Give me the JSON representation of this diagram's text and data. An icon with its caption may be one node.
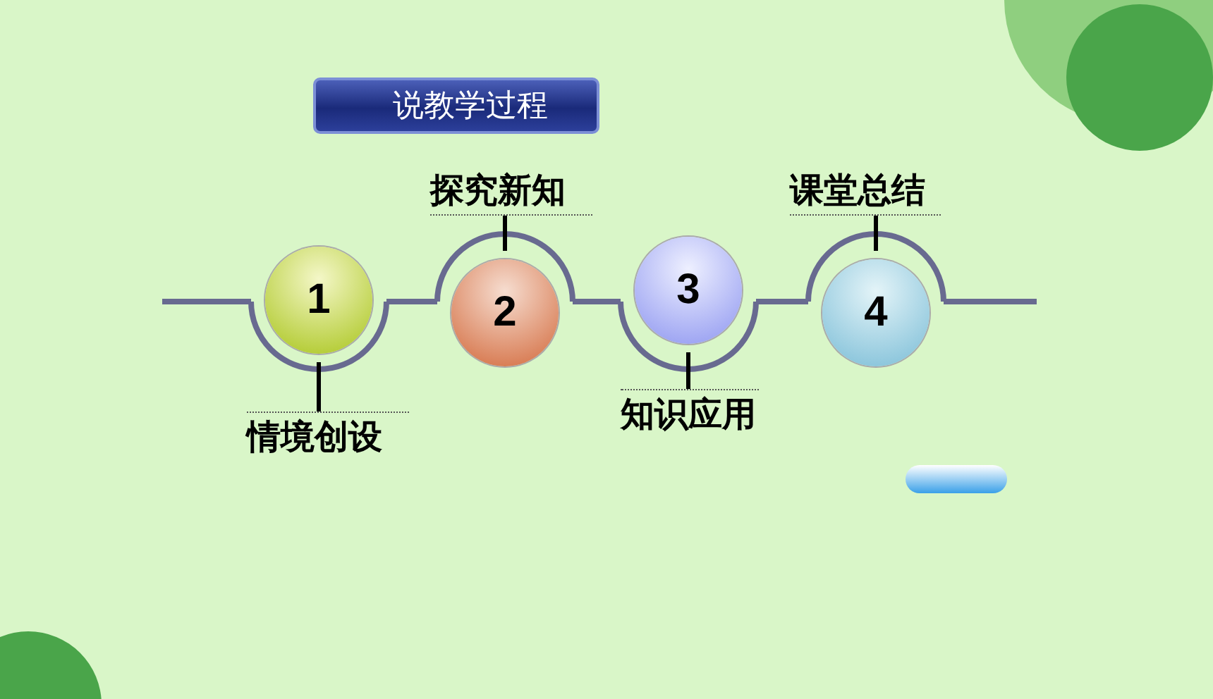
{
  "diagram": {
    "title": "说教学过程",
    "nodes": [
      {
        "text": [
          "1"
        ]
      },
      {
        "text": [
          "2"
        ]
      },
      {
        "text": [
          "3"
        ]
      },
      {
        "text": [
          "4"
        ]
      },
      {
        "text": [
          "情境创设"
        ]
      },
      {
        "text": [
          "探究新知"
        ]
      },
      {
        "text": [
          "知识应用"
        ]
      },
      {
        "text": [
          "课堂总结"
        ]
      }
    ],
    "edges": [
      {
        "from": null,
        "to": 0,
        "arrow": "none"
      },
      {
        "from": 0,
        "to": 1,
        "arrow": "none"
      },
      {
        "from": 1,
        "to": 2,
        "arrow": "none"
      },
      {
        "from": 2,
        "to": 3,
        "arrow": "none"
      },
      {
        "from": 3,
        "to": null,
        "arrow": "none"
      },
      {
        "from": 0,
        "to": 4,
        "arrow": "none",
        "color": "#000000"
      },
      {
        "from": 1,
        "to": 5,
        "arrow": "none",
        "color": "#000000"
      },
      {
        "from": 2,
        "to": 6,
        "arrow": "none",
        "color": "#000000"
      },
      {
        "from": 3,
        "to": 7,
        "arrow": "none",
        "color": "#000000"
      }
    ]
  }
}
